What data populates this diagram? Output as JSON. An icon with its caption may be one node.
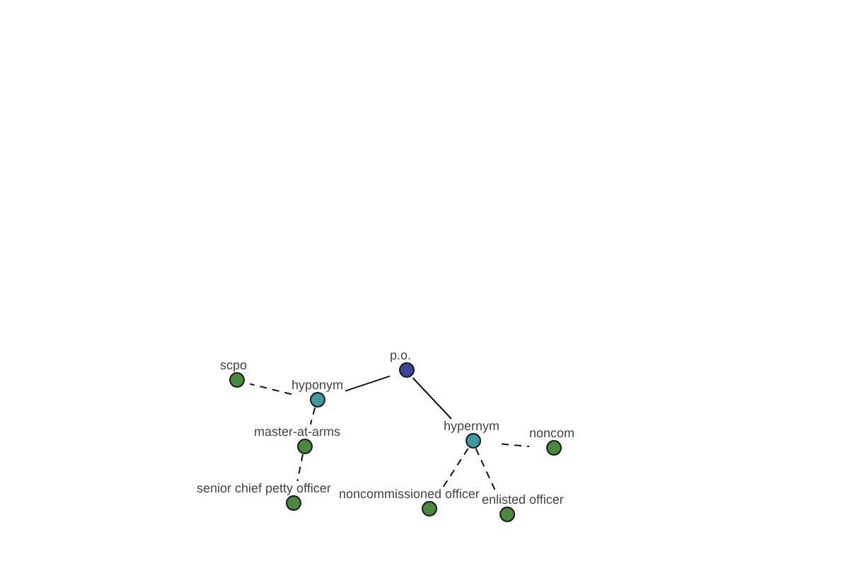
{
  "diagram": {
    "nodes": [
      {
        "text": [
          "p.o."
        ]
      },
      {
        "text": [
          "scpo"
        ]
      },
      {
        "text": [
          "hyponym"
        ]
      },
      {
        "text": [
          "hypernym"
        ]
      },
      {
        "text": [
          "master-at-arms"
        ]
      },
      {
        "text": [
          "noncom"
        ]
      },
      {
        "text": [
          "senior chief petty officer"
        ]
      },
      {
        "text": [
          "noncommissioned officer"
        ]
      },
      {
        "text": [
          "enlisted officer"
        ]
      }
    ],
    "edges": [
      {
        "from": 0,
        "to": 2,
        "arrow": "none"
      },
      {
        "from": 0,
        "to": 3,
        "arrow": "none"
      },
      {
        "from": 2,
        "to": 1,
        "arrow": "none",
        "style": "dashed"
      },
      {
        "from": 2,
        "to": 4,
        "arrow": "none",
        "style": "dashed"
      },
      {
        "from": 4,
        "to": 6,
        "arrow": "none",
        "style": "dashed"
      },
      {
        "from": 3,
        "to": 5,
        "arrow": "none",
        "style": "dashed"
      },
      {
        "from": 3,
        "to": 7,
        "arrow": "none",
        "style": "dashed"
      },
      {
        "from": 3,
        "to": 8,
        "arrow": "none",
        "style": "dashed"
      }
    ]
  }
}
